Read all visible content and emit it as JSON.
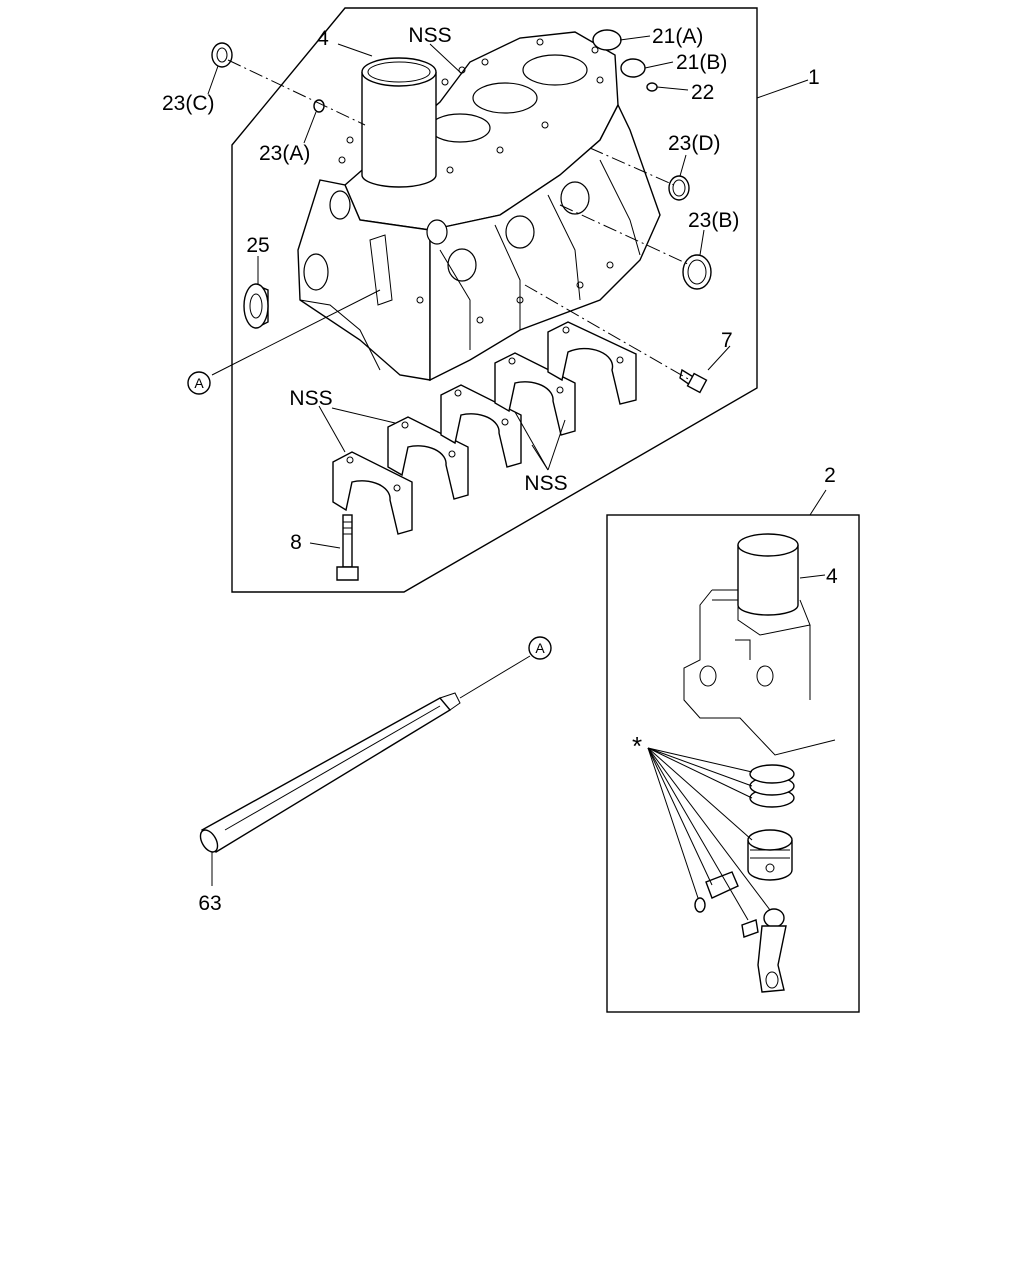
{
  "labels": {
    "l_4_top": "4",
    "l_nss_top": "NSS",
    "l_21a": "21(A)",
    "l_21b": "21(B)",
    "l_22": "22",
    "l_1": "1",
    "l_23c": "23(C)",
    "l_23a": "23(A)",
    "l_23d": "23(D)",
    "l_23b": "23(B)",
    "l_25": "25",
    "l_7": "7",
    "l_nss_left": "NSS",
    "l_nss_bottom": "NSS",
    "l_8": "8",
    "l_2": "2",
    "l_4_right": "4",
    "l_63": "63",
    "l_star": "*",
    "ref_a1": "A",
    "ref_a2": "A"
  },
  "colors": {
    "ink": "#000000",
    "paper": "#ffffff"
  }
}
